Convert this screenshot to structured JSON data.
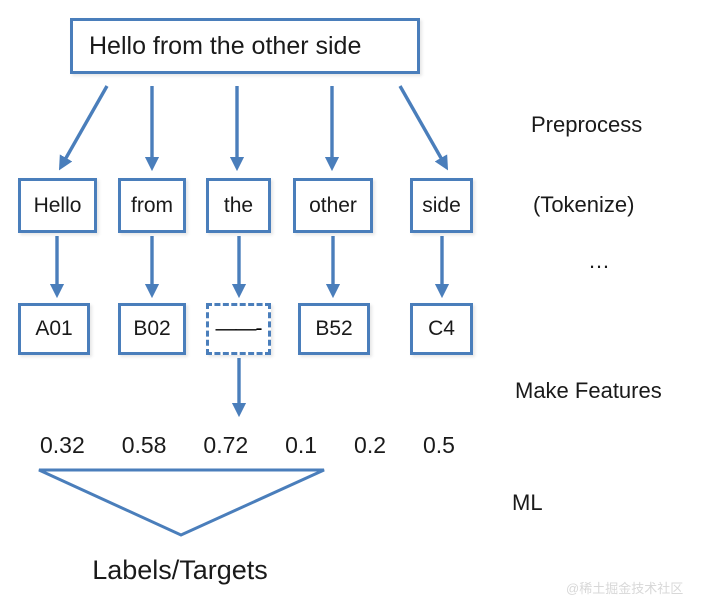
{
  "diagram": {
    "title_box": {
      "text": "Hello from the other side"
    },
    "tokens": [
      {
        "label": "Hello"
      },
      {
        "label": "from"
      },
      {
        "label": "the"
      },
      {
        "label": "other"
      },
      {
        "label": "side"
      }
    ],
    "codes": [
      {
        "label": "A01",
        "style": "solid"
      },
      {
        "label": "B02",
        "style": "solid"
      },
      {
        "label": "——-",
        "style": "dashed"
      },
      {
        "label": "B52",
        "style": "solid"
      },
      {
        "label": "C4",
        "style": "solid"
      }
    ],
    "features": [
      "0.32",
      "0.58",
      "0.72",
      "0.1",
      "0.2",
      "0.5"
    ],
    "stage_labels": {
      "preprocess": "Preprocess",
      "tokenize": "(Tokenize)",
      "ellipsis": "…",
      "make_features": "Make Features",
      "ml": "ML"
    },
    "output_label": "Labels/Targets",
    "watermark": "@稀土掘金技术社区",
    "colors": {
      "accent": "#4A7EBB",
      "text": "#1a1a1a",
      "background": "#ffffff"
    }
  }
}
